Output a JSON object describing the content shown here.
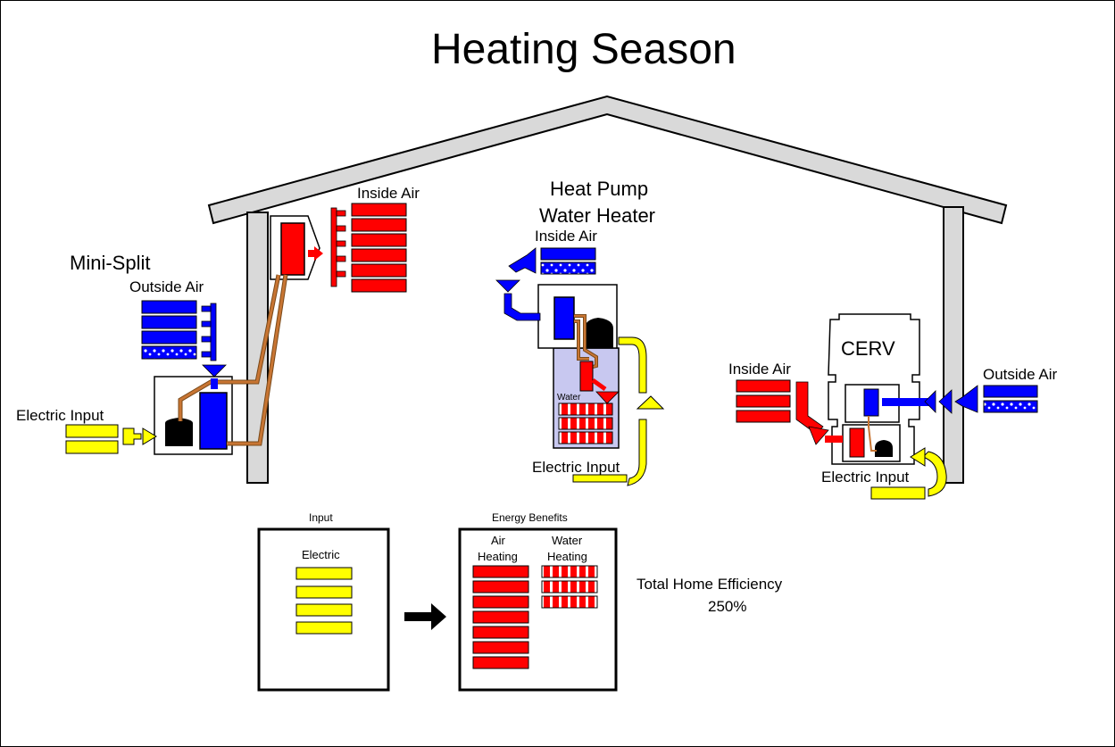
{
  "title": "Heating Season",
  "mini_split": {
    "name": "Mini-Split",
    "outside_air_label": "Outside Air",
    "inside_air_label": "Inside Air",
    "electric_label": "Electric Input"
  },
  "hpwh": {
    "name_line1": "Heat Pump",
    "name_line2": "Water Heater",
    "inside_air_label": "Inside Air",
    "water_label": "Water",
    "electric_label": "Electric Input"
  },
  "cerv": {
    "name": "CERV",
    "inside_air_label": "Inside Air",
    "outside_air_label": "Outside Air",
    "electric_label": "Electric Input"
  },
  "summary": {
    "input_heading": "Input",
    "electric_label": "Electric",
    "benefits_heading": "Energy Benefits",
    "air_heating_line1": "Air",
    "air_heating_line2": "Heating",
    "water_heating_line1": "Water",
    "water_heating_line2": "Heating",
    "efficiency_label": "Total Home Efficiency",
    "efficiency_value": "250%"
  },
  "colors": {
    "heat": "#ff0000",
    "cold": "#0000ff",
    "electric": "#ffff00",
    "water_tank": "#c8c8f0",
    "copper_pipe": "#c87533",
    "roof": "#d9d9d9"
  }
}
